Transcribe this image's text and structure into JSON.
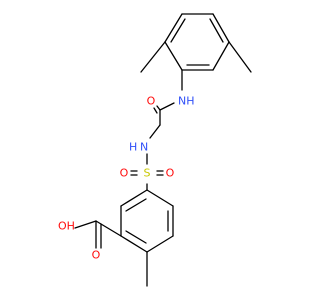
{
  "colors": {
    "bond": "#000000",
    "oxygen": "#ff0d0d",
    "nitrogen": "#3050f8",
    "sulfur": "#c8c800",
    "background": "#ffffff"
  },
  "labels": {
    "amide_nh": "NH",
    "amide_o": "O",
    "sulfonamide_n": "N",
    "sulfonamide_h": "H",
    "sulfonyl_o_left": "O",
    "sulfonyl_s": "S",
    "sulfonyl_o_right": "O",
    "acid_oh": "OH",
    "acid_o": "O"
  }
}
